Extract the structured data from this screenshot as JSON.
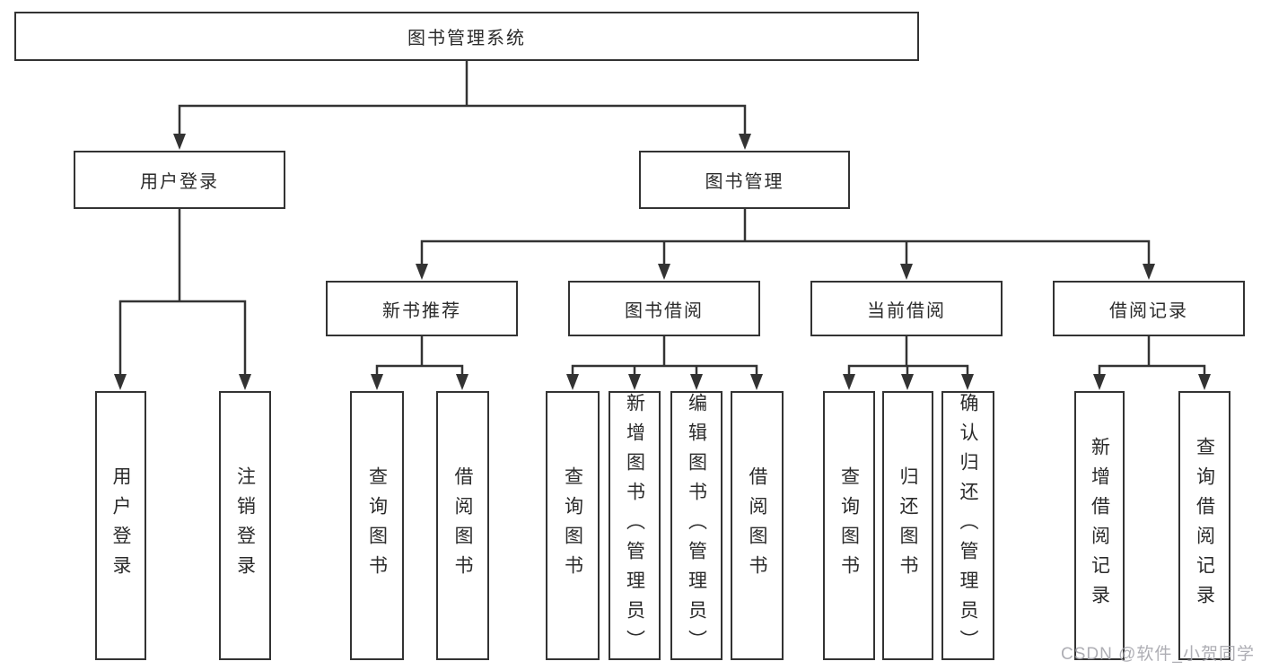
{
  "diagram": {
    "root": {
      "label": "图书管理系统"
    },
    "level2": [
      {
        "id": "user-login",
        "label": "用户登录",
        "parent": "图书管理系统"
      },
      {
        "id": "book-management",
        "label": "图书管理",
        "parent": "图书管理系统"
      }
    ],
    "level3": [
      {
        "id": "new-book-recommendation",
        "label": "新书推荐",
        "parent": "图书管理"
      },
      {
        "id": "book-borrowing",
        "label": "图书借阅",
        "parent": "图书管理"
      },
      {
        "id": "current-borrowing",
        "label": "当前借阅",
        "parent": "图书管理"
      },
      {
        "id": "borrowing-records",
        "label": "借阅记录",
        "parent": "图书管理"
      }
    ],
    "leaves": [
      {
        "label": "用户登录",
        "parent": "用户登录"
      },
      {
        "label": "注销登录",
        "parent": "用户登录"
      },
      {
        "label": "查询图书",
        "parent": "新书推荐"
      },
      {
        "label": "借阅图书",
        "parent": "新书推荐"
      },
      {
        "label": "查询图书",
        "parent": "图书借阅"
      },
      {
        "label": "新增图书（管理员）",
        "parent": "图书借阅"
      },
      {
        "label": "编辑图书（管理员）",
        "parent": "图书借阅"
      },
      {
        "label": "借阅图书",
        "parent": "图书借阅"
      },
      {
        "label": "查询图书",
        "parent": "当前借阅"
      },
      {
        "label": "归还图书",
        "parent": "当前借阅"
      },
      {
        "label": "确认归还（管理员）",
        "parent": "当前借阅"
      },
      {
        "label": "新增借阅记录",
        "parent": "借阅记录"
      },
      {
        "label": "查询借阅记录",
        "parent": "借阅记录"
      }
    ],
    "watermark": "CSDN @软件_小贺同学",
    "colors": {
      "line": "#333333",
      "node_border": "#333333",
      "text": "#2b2b2b",
      "watermark": "#a5a5ac",
      "background": "#ffffff"
    }
  }
}
